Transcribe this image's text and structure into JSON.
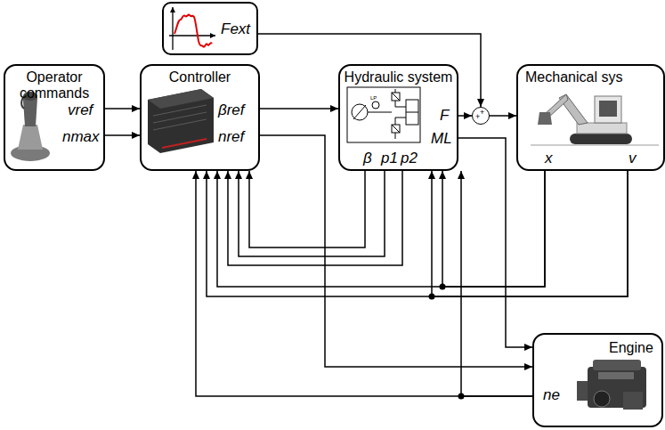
{
  "diagram": {
    "nodes": [
      {
        "text": [
          "Fext"
        ]
      },
      {
        "text": [
          "Operator commands",
          "vref",
          "nmax"
        ]
      },
      {
        "text": [
          "Controller",
          "βref",
          "nref"
        ]
      },
      {
        "text": [
          "Hydraulic system",
          "F",
          "ML",
          "β",
          "p1",
          "p2"
        ]
      },
      {
        "text": [
          "+",
          "+"
        ]
      },
      {
        "text": [
          "Mechanical sys",
          "x",
          "v"
        ]
      },
      {
        "text": [
          "Engine",
          "ne"
        ]
      }
    ],
    "edges": [
      {
        "from": 1,
        "to": 2,
        "arrow": "to"
      },
      {
        "from": 1,
        "to": 2,
        "arrow": "to"
      },
      {
        "from": 2,
        "to": 3,
        "arrow": "to"
      },
      {
        "from": 2,
        "to": 6,
        "arrow": "to"
      },
      {
        "from": 0,
        "to": 4,
        "arrow": "to"
      },
      {
        "from": 3,
        "to": 4,
        "arrow": "to"
      },
      {
        "from": 4,
        "to": 5,
        "arrow": "to"
      },
      {
        "from": 3,
        "to": 6,
        "arrow": "to"
      },
      {
        "from": 3,
        "to": 2,
        "arrow": "to"
      },
      {
        "from": 3,
        "to": 2,
        "arrow": "to"
      },
      {
        "from": 3,
        "to": 2,
        "arrow": "to"
      },
      {
        "from": 5,
        "to": 2,
        "arrow": "to"
      },
      {
        "from": 5,
        "to": 3,
        "arrow": "to"
      },
      {
        "from": 5,
        "to": 2,
        "arrow": "to"
      },
      {
        "from": 5,
        "to": 3,
        "arrow": "to"
      },
      {
        "from": 6,
        "to": 2,
        "arrow": "to"
      },
      {
        "from": 6,
        "to": 3,
        "arrow": "to"
      }
    ]
  }
}
